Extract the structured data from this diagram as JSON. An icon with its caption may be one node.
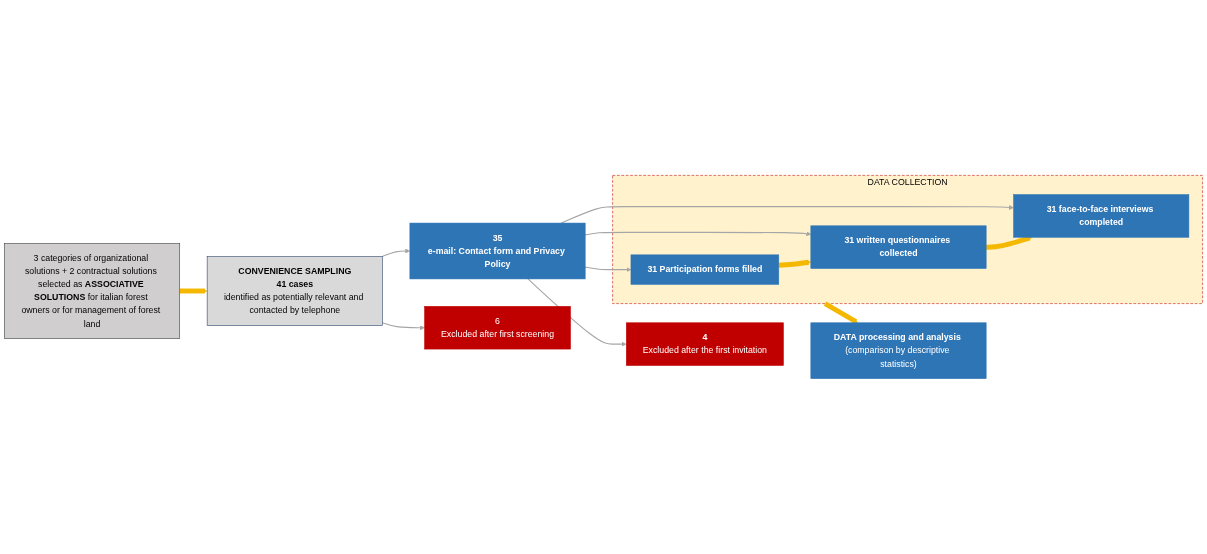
{
  "diagram": {
    "nodes": [
      {
        "text": [
          "3 categories of organizational solutions + 2 contractual solutions selected as **ASSOCIATIVE SOLUTIONS** for italian forest owners or for management of forest land"
        ]
      },
      {
        "text": [
          "CONVENIENCE SAMPLING",
          "41 cases",
          "identified as potentially relevant and contacted by telephone"
        ]
      },
      {
        "text": [
          "35",
          "e-mail: Contact form and Privacy Policy"
        ]
      },
      {
        "text": [
          "6",
          "Excluded after first screening"
        ]
      },
      {
        "text": [
          "DATA COLLECTION"
        ]
      },
      {
        "text": [
          "31 Participation forms filled"
        ],
        "in": 4
      },
      {
        "text": [
          "31 written questionnaires collected"
        ],
        "in": 4
      },
      {
        "text": [
          "31 face-to-face interviews completed"
        ],
        "in": 4
      },
      {
        "text": [
          "4",
          "Excluded after the first invitation"
        ]
      },
      {
        "text": [
          "**DATA processing and analysis** (comparison by descriptive statistics)"
        ]
      }
    ],
    "edges": [
      {
        "from": 0,
        "to": 1,
        "arrow": "to",
        "style": "thick",
        "color": "#f5b800"
      },
      {
        "from": 1,
        "to": 2,
        "arrow": "to"
      },
      {
        "from": 1,
        "to": 3,
        "arrow": "to"
      },
      {
        "from": 2,
        "to": 5,
        "arrow": "to"
      },
      {
        "from": 2,
        "to": 6,
        "arrow": "to"
      },
      {
        "from": 2,
        "to": 7,
        "arrow": "to"
      },
      {
        "from": 2,
        "to": 8,
        "arrow": "to"
      },
      {
        "from": 5,
        "to": 6,
        "arrow": "to",
        "style": "thick",
        "color": "#f5b800"
      },
      {
        "from": 6,
        "to": 7,
        "arrow": "to",
        "style": "thick",
        "color": "#f5b800"
      },
      {
        "from": 4,
        "to": 9,
        "arrow": "to",
        "style": "thick",
        "color": "#f5b800"
      }
    ]
  }
}
